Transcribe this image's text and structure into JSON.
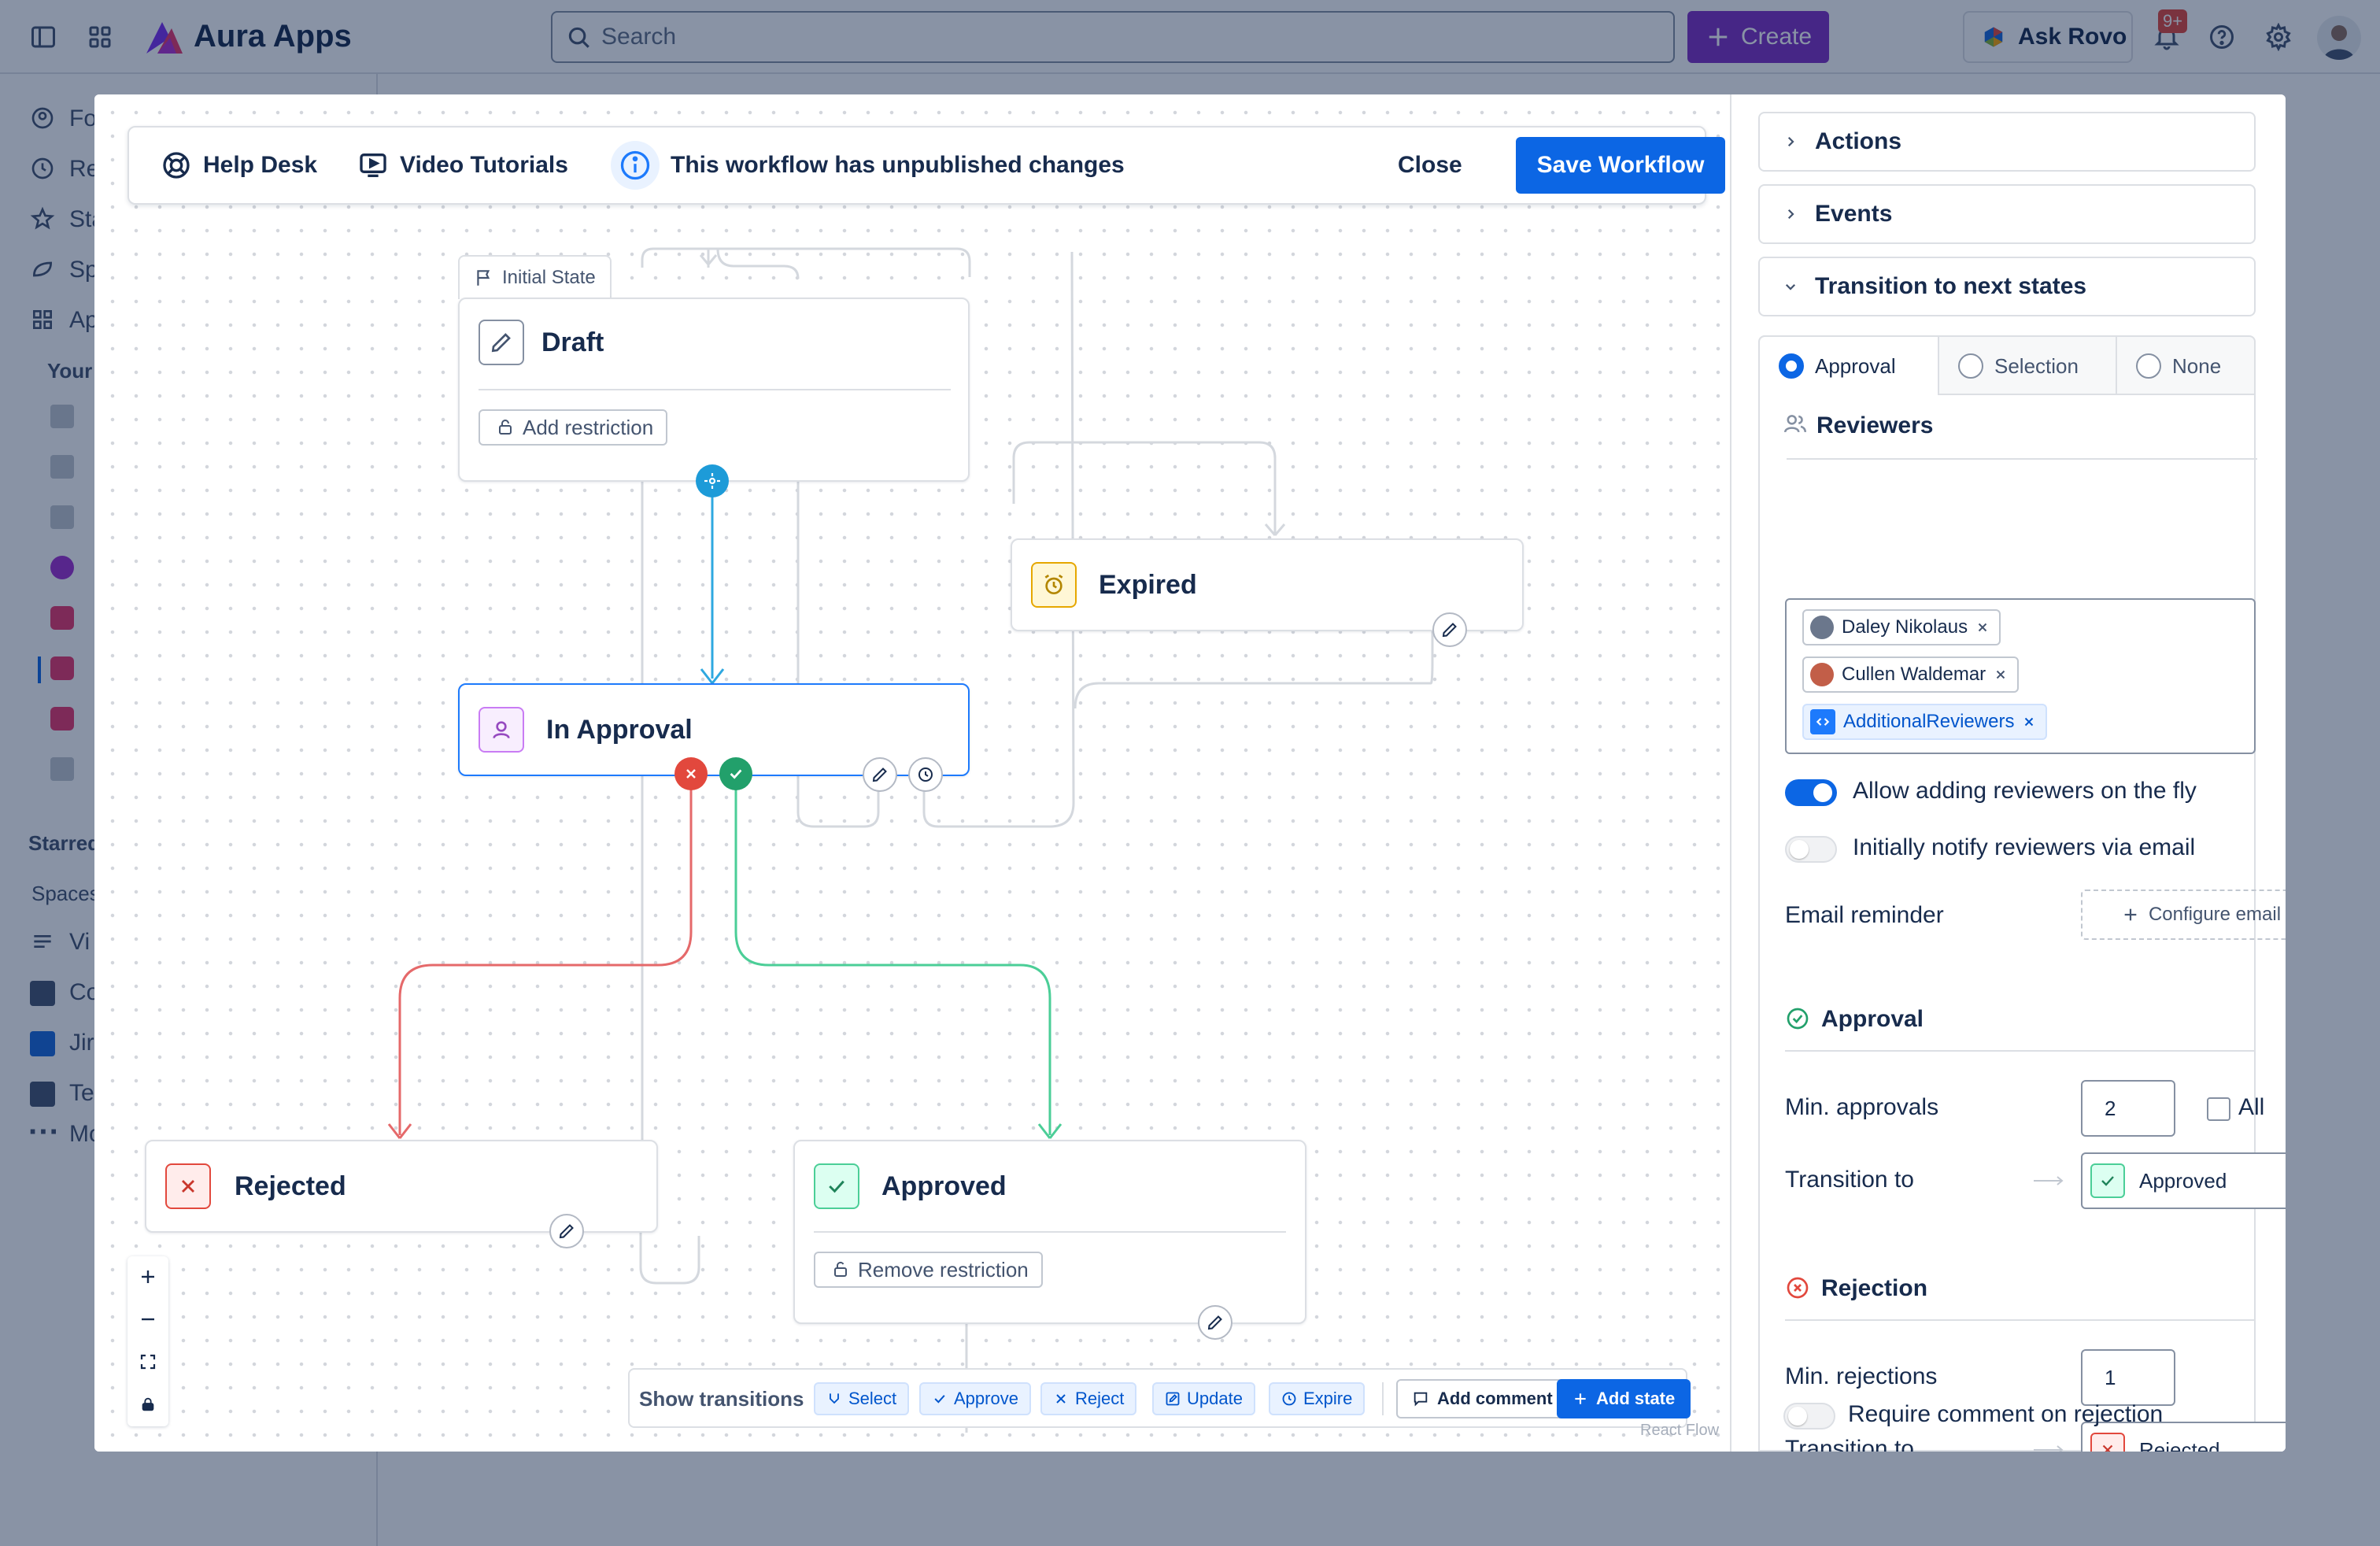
{
  "app": {
    "name": "Aura Apps"
  },
  "topbar": {
    "search_placeholder": "Search",
    "create_label": "Create",
    "ask_rovo_label": "Ask Rovo",
    "notifications_badge": "9+"
  },
  "sidebar": {
    "items": [
      "Fo",
      "Re",
      "Sta",
      "Sp",
      "Ap"
    ],
    "section_your": "Your",
    "starred_label": "Starred",
    "spaces_label": "Spaces",
    "space_items": [
      "Vi",
      "Co",
      "Jir",
      "Te"
    ],
    "more_label": "Mo"
  },
  "toolbar": {
    "help_desk": "Help Desk",
    "video_tutorials": "Video Tutorials",
    "unpublished_msg": "This workflow has unpublished changes",
    "close": "Close",
    "save": "Save Workflow"
  },
  "nodes": {
    "initial_state_label": "Initial State",
    "draft": {
      "title": "Draft",
      "button": "Add restriction"
    },
    "in_approval": {
      "title": "In Approval"
    },
    "expired": {
      "title": "Expired"
    },
    "rejected": {
      "title": "Rejected"
    },
    "approved": {
      "title": "Approved",
      "button": "Remove restriction"
    }
  },
  "bottombar": {
    "show_transitions": "Show transitions",
    "chips": [
      "Select",
      "Approve",
      "Reject",
      "Update",
      "Expire"
    ],
    "add_comment": "Add comment",
    "add_state": "Add state",
    "attribution": "React Flow"
  },
  "panel": {
    "accordions": [
      "Actions",
      "Events",
      "Transition to next states"
    ],
    "tabs": [
      {
        "label": "Approval",
        "selected": true
      },
      {
        "label": "Selection",
        "selected": false
      },
      {
        "label": "None",
        "selected": false
      }
    ],
    "reviewers_title": "Reviewers",
    "reviewers": [
      "Daley Nikolaus",
      "Cullen Waldemar",
      "AdditionalReviewers"
    ],
    "allow_adding": {
      "label": "Allow adding reviewers on the fly",
      "on": true
    },
    "notify_email": {
      "label": "Initially notify reviewers via email",
      "on": false
    },
    "email_reminder": {
      "label": "Email reminder",
      "button": "Configure email"
    },
    "approval": {
      "title": "Approval",
      "min_label": "Min. approvals",
      "min_value": "2",
      "all_label": "All",
      "transition_label": "Transition to",
      "transition_value": "Approved"
    },
    "rejection": {
      "title": "Rejection",
      "min_label": "Min. rejections",
      "min_value": "1",
      "transition_label": "Transition to",
      "transition_value": "Rejected",
      "require_comment": {
        "label": "Require comment on rejection",
        "on": false
      }
    }
  },
  "colors": {
    "primary": "#0c66e4",
    "create": "#7f2fc4",
    "reject_edge": "#e5696a",
    "approve_edge": "#4bce97",
    "start_edge": "#2ea8e0",
    "expired_icon": "#e6a700"
  }
}
